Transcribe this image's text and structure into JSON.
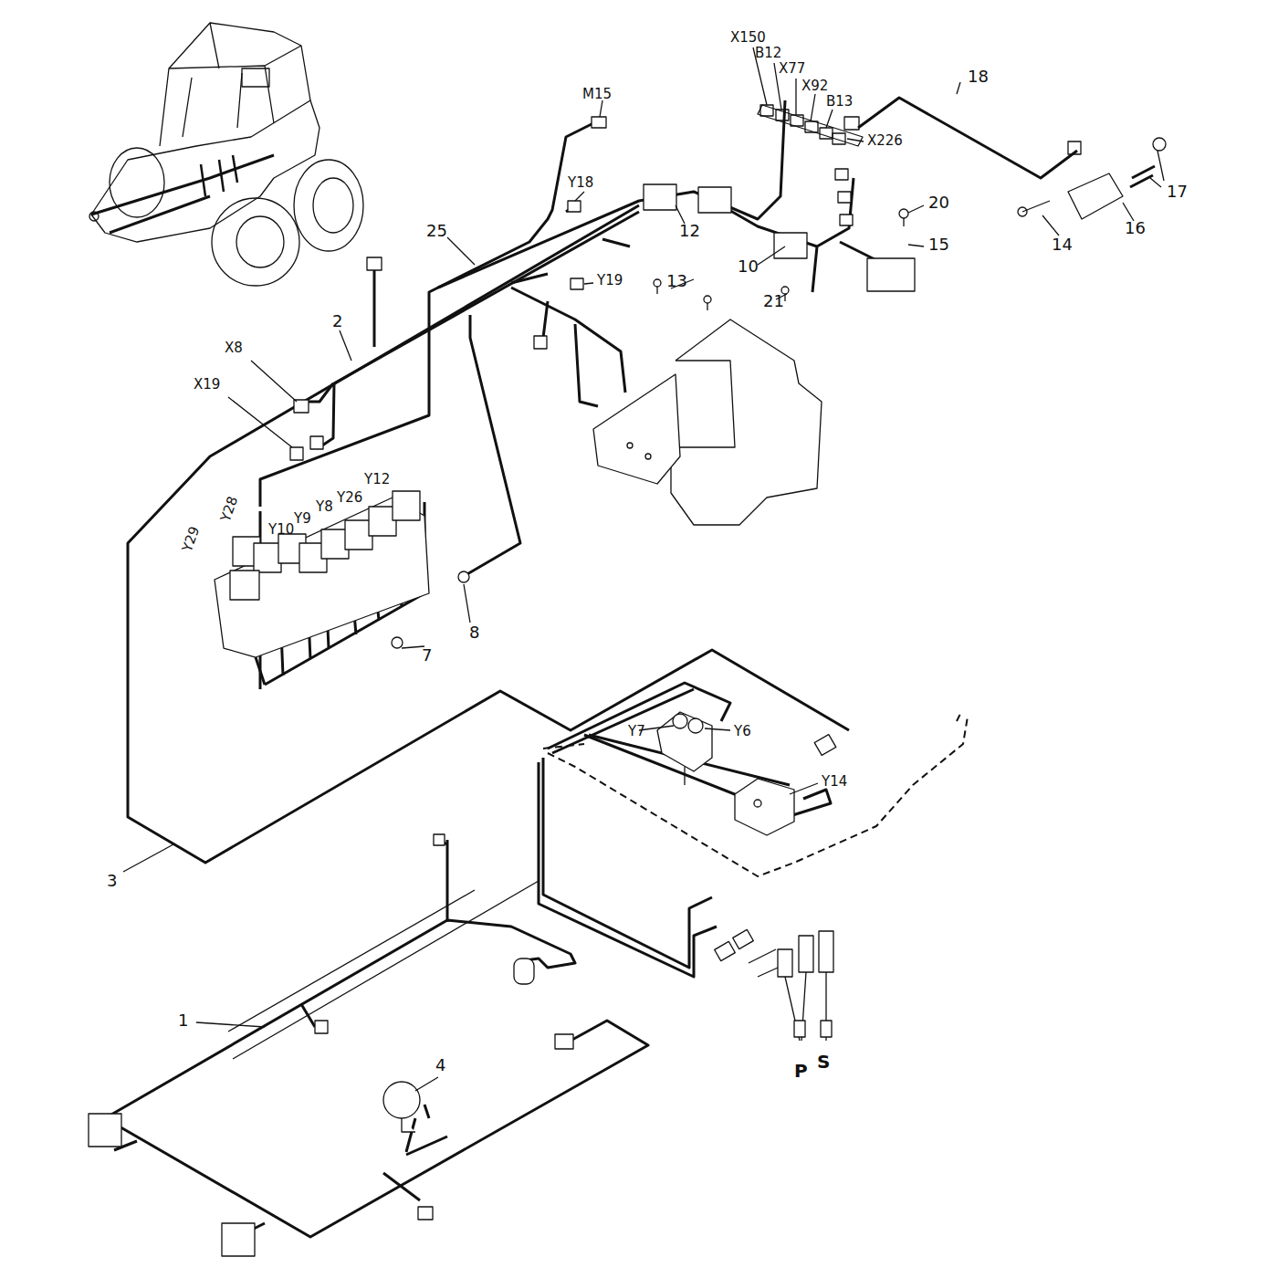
{
  "diagram": {
    "labels": [
      "X150",
      "B12",
      "X77",
      "X92",
      "B13",
      "X226",
      "18",
      "M15",
      "Y18",
      "25",
      "12",
      "20",
      "15",
      "17",
      "14",
      "16",
      "13",
      "10",
      "21",
      "Y19",
      "2",
      "X8",
      "X19",
      "Y29",
      "Y28",
      "Y10",
      "Y9",
      "Y8",
      "Y26",
      "Y12",
      "8",
      "7",
      "Y7",
      "Y6",
      "Y14",
      "3",
      "1",
      "4",
      "P",
      "S"
    ]
  }
}
